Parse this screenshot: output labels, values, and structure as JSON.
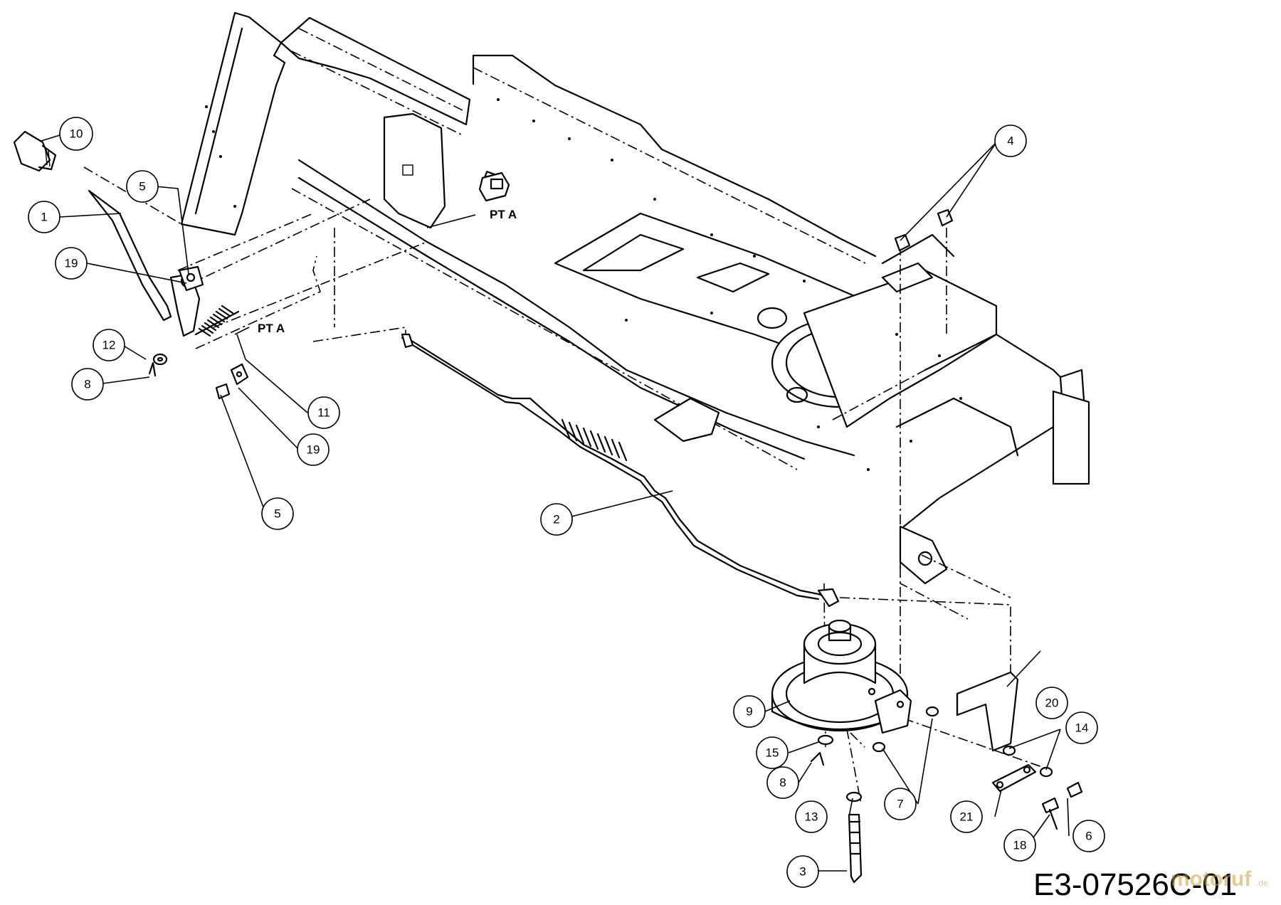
{
  "callouts": [
    {
      "id": "c10",
      "label": "10",
      "target": "pto-knob"
    },
    {
      "id": "c1",
      "label": "1",
      "target": "pto-lever"
    },
    {
      "id": "c5a",
      "label": "5",
      "target": "bracket-nut"
    },
    {
      "id": "c19a",
      "label": "19",
      "target": "lever-bracket"
    },
    {
      "id": "c12",
      "label": "12",
      "target": "washer"
    },
    {
      "id": "c8a",
      "label": "8",
      "target": "cotter-pin"
    },
    {
      "id": "c11",
      "label": "11",
      "target": "spring"
    },
    {
      "id": "c19b",
      "label": "19",
      "target": "clip"
    },
    {
      "id": "c5b",
      "label": "5",
      "target": "nut"
    },
    {
      "id": "c2",
      "label": "2",
      "target": "pto-rod"
    },
    {
      "id": "c4",
      "label": "4",
      "target": "frame-bolts"
    },
    {
      "id": "c9",
      "label": "9",
      "target": "pto-clutch"
    },
    {
      "id": "c15",
      "label": "15",
      "target": "washer"
    },
    {
      "id": "c8b",
      "label": "8",
      "target": "cotter-pin"
    },
    {
      "id": "c13",
      "label": "13",
      "target": "washer"
    },
    {
      "id": "c3",
      "label": "3",
      "target": "clutch-bolt"
    },
    {
      "id": "c7",
      "label": "7",
      "target": "spacers"
    },
    {
      "id": "c20",
      "label": "20",
      "target": "clutch-bracket"
    },
    {
      "id": "c14",
      "label": "14",
      "target": "washers"
    },
    {
      "id": "c21",
      "label": "21",
      "target": "strap"
    },
    {
      "id": "c18",
      "label": "18",
      "target": "bolt"
    },
    {
      "id": "c6",
      "label": "6",
      "target": "bolt"
    }
  ],
  "reference_marks": [
    {
      "id": "pta1",
      "label": "PT A"
    },
    {
      "id": "pta2",
      "label": "PT A"
    }
  ],
  "drawing_number": "E3-07526C-01",
  "watermark": {
    "text": "motoruf",
    "suffix": ".de",
    "color": "#c9a23a"
  }
}
